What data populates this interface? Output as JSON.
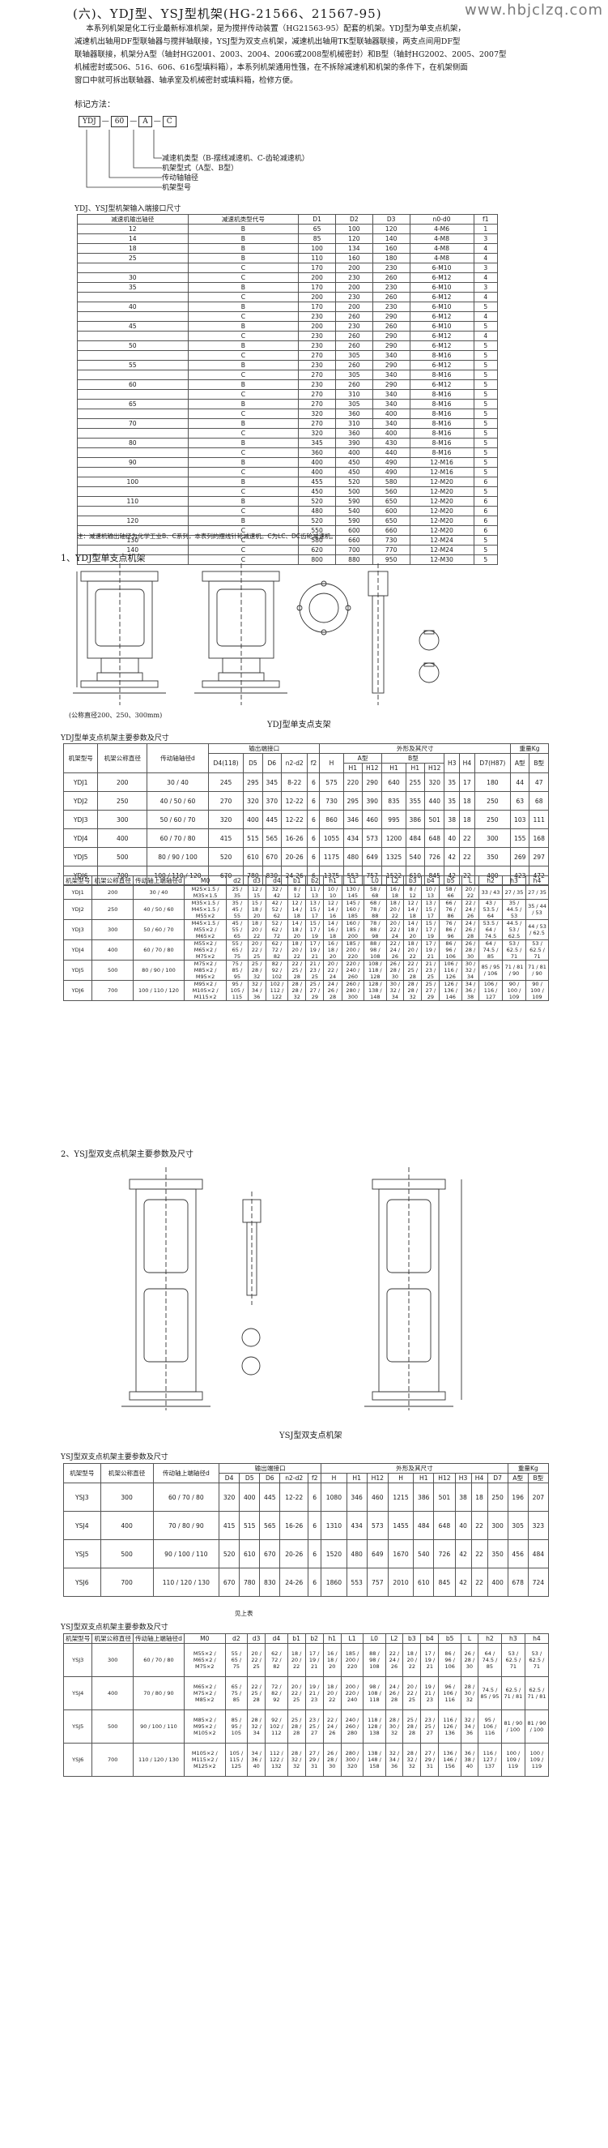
{
  "watermark": "www.hbjclzq.com",
  "section_title": "(六)、YDJ型、YSJ型机架(HG-21566、21567-95)",
  "intro_lines": [
    "本系列机架是化工行业最新标准机架，是为搅拌传动装置（HG21563-95）配套的机架。YDJ型为单支点机架，",
    "减速机出轴用DF型联轴器与搅拌轴联接，YSJ型为双支点机架，减速机出轴用TK型联轴器联接，两支点间用DF型",
    "联轴器联接，机架分A型（轴封HG2001、2003、2004、2006或2008型机械密封）和B型（轴封HG2002、2005、2007型",
    "机械密封或506、516、606、616型填料箱），本系列机架通用性强，在不拆除减速机和机架的条件下，在机架侧面",
    "窗口中就可拆出联轴器、轴承室及机械密封或填料箱，检修方便。"
  ],
  "designation_label": "标记方法：",
  "designation": {
    "p1": "YDJ",
    "p2": "60",
    "p3": "A",
    "p4": "C"
  },
  "legend_lines": [
    "减速机类型（B-摆线减速机、C-齿轮减速机）",
    "机架型式（A型、B型）",
    "传动轴轴径",
    "机架型号"
  ],
  "t1": {
    "title": "YDJ、YSJ型机架输入端接口尺寸",
    "headers": [
      "减速机输出轴径",
      "减速机类型代号",
      "D1",
      "D2",
      "D3",
      "n0-d0",
      "f1"
    ],
    "rows": [
      [
        "12",
        "B",
        "65",
        "100",
        "120",
        "4-M6",
        "1"
      ],
      [
        "14",
        "B",
        "85",
        "120",
        "140",
        "4-M8",
        "3"
      ],
      [
        "18",
        "B",
        "100",
        "134",
        "160",
        "4-M8",
        "4"
      ],
      [
        "25",
        "B",
        "110",
        "160",
        "180",
        "4-M8",
        "4"
      ],
      [
        "",
        "C",
        "170",
        "200",
        "230",
        "6-M10",
        "3"
      ],
      [
        "30",
        "C",
        "200",
        "230",
        "260",
        "6-M12",
        "4"
      ],
      [
        "35",
        "B",
        "170",
        "200",
        "230",
        "6-M10",
        "3"
      ],
      [
        "",
        "C",
        "200",
        "230",
        "260",
        "6-M12",
        "4"
      ],
      [
        "40",
        "B",
        "170",
        "200",
        "230",
        "6-M10",
        "5"
      ],
      [
        "",
        "C",
        "230",
        "260",
        "290",
        "6-M12",
        "4"
      ],
      [
        "45",
        "B",
        "200",
        "230",
        "260",
        "6-M10",
        "5"
      ],
      [
        "",
        "C",
        "230",
        "260",
        "290",
        "6-M12",
        "4"
      ],
      [
        "50",
        "B",
        "230",
        "260",
        "290",
        "6-M12",
        "5"
      ],
      [
        "",
        "C",
        "270",
        "305",
        "340",
        "8-M16",
        "5"
      ],
      [
        "55",
        "B",
        "230",
        "260",
        "290",
        "6-M12",
        "5"
      ],
      [
        "",
        "C",
        "270",
        "305",
        "340",
        "8-M16",
        "5"
      ],
      [
        "60",
        "B",
        "230",
        "260",
        "290",
        "6-M12",
        "5"
      ],
      [
        "",
        "C",
        "270",
        "310",
        "340",
        "8-M16",
        "5"
      ],
      [
        "65",
        "B",
        "270",
        "305",
        "340",
        "8-M16",
        "5"
      ],
      [
        "",
        "C",
        "320",
        "360",
        "400",
        "8-M16",
        "5"
      ],
      [
        "70",
        "B",
        "270",
        "310",
        "340",
        "8-M16",
        "5"
      ],
      [
        "",
        "C",
        "320",
        "360",
        "400",
        "8-M16",
        "5"
      ],
      [
        "80",
        "B",
        "345",
        "390",
        "430",
        "8-M16",
        "5"
      ],
      [
        "",
        "C",
        "360",
        "400",
        "440",
        "8-M16",
        "5"
      ],
      [
        "90",
        "B",
        "400",
        "450",
        "490",
        "12-M16",
        "5"
      ],
      [
        "",
        "C",
        "400",
        "450",
        "490",
        "12-M16",
        "5"
      ],
      [
        "100",
        "B",
        "455",
        "520",
        "580",
        "12-M20",
        "6"
      ],
      [
        "",
        "C",
        "450",
        "500",
        "560",
        "12-M20",
        "5"
      ],
      [
        "110",
        "B",
        "520",
        "590",
        "650",
        "12-M20",
        "6"
      ],
      [
        "",
        "C",
        "480",
        "540",
        "600",
        "12-M20",
        "6"
      ],
      [
        "120",
        "B",
        "520",
        "590",
        "650",
        "12-M20",
        "6"
      ],
      [
        "",
        "C",
        "550",
        "600",
        "660",
        "12-M20",
        "6"
      ],
      [
        "130",
        "C",
        "580",
        "660",
        "730",
        "12-M24",
        "5"
      ],
      [
        "140",
        "C",
        "620",
        "700",
        "770",
        "12-M24",
        "5"
      ],
      [
        "",
        "C",
        "800",
        "880",
        "950",
        "12-M30",
        "5"
      ]
    ]
  },
  "t1_note": "注：减速机输出轴径为化学工业B、C系列，本表列的摆线针轮减速机。C为LC、DC齿轮减速机。",
  "fig1_title": "1、YDJ型单支点机架",
  "fig1_note": "(公称直径200、250、300mm)",
  "fig1_caption": "YDJ型单支点支架",
  "t2": {
    "title": "YDJ型单支点机架主要参数及尺寸",
    "h_top": [
      "机架型号",
      "机架公称直径",
      "传动轴轴径d",
      "输出端接口",
      "外形及其尺寸",
      "重量Kg"
    ],
    "h_sub": [
      "D4(118)",
      "D5",
      "D6",
      "n2-d2",
      "f2",
      "H",
      "A型",
      "B型",
      "H3",
      "H4",
      "D7(H87)",
      "A型",
      "B型"
    ],
    "h_sub2": [
      "H1",
      "H12",
      "H1",
      "H12"
    ],
    "rows": [
      [
        "YDJ1",
        "200",
        "30 / 40",
        "245",
        "295",
        "345",
        "8-22",
        "6",
        "575",
        "220",
        "290",
        "640",
        "255",
        "320",
        "35",
        "17",
        "180",
        "44",
        "47"
      ],
      [
        "YDJ2",
        "250",
        "40 / 50 / 60",
        "270",
        "320",
        "370",
        "12-22",
        "6",
        "730",
        "295",
        "390",
        "835",
        "355",
        "440",
        "35",
        "18",
        "250",
        "63",
        "68"
      ],
      [
        "YDJ3",
        "300",
        "50 / 60 / 70",
        "320",
        "400",
        "445",
        "12-22",
        "6",
        "860",
        "346",
        "460",
        "995",
        "386",
        "501",
        "38",
        "18",
        "250",
        "103",
        "111"
      ],
      [
        "YDJ4",
        "400",
        "60 / 70 / 80",
        "415",
        "515",
        "565",
        "16-26",
        "6",
        "1055",
        "434",
        "573",
        "1200",
        "484",
        "648",
        "40",
        "22",
        "300",
        "155",
        "168"
      ],
      [
        "YDJ5",
        "500",
        "80 / 90 / 100",
        "520",
        "610",
        "670",
        "20-26",
        "6",
        "1175",
        "480",
        "649",
        "1325",
        "540",
        "726",
        "42",
        "22",
        "350",
        "269",
        "297"
      ],
      [
        "YDJ6",
        "700",
        "100 / 110 / 120",
        "670",
        "780",
        "830",
        "24-26",
        "6",
        "1375",
        "553",
        "757",
        "1522",
        "610",
        "845",
        "42",
        "22",
        "400",
        "423",
        "472"
      ]
    ]
  },
  "t3": {
    "title": "YDJ型单支点机架主要参数及尺寸(传动轴轴尺寸)",
    "headers": [
      "机架型号",
      "机架公称直径",
      "传动轴上端轴径d",
      "M0",
      "d2",
      "d3",
      "d4",
      "b1",
      "b2",
      "h1",
      "L1",
      "L0",
      "L2",
      "b3",
      "b4",
      "b5",
      "L",
      "h2",
      "h3",
      "h4"
    ],
    "rows": [
      [
        "YDJ1",
        "200",
        "30 / 40",
        "M25×1.5 / M35×1.5",
        "25 / 35",
        "12 / 15",
        "32 / 42",
        "8 / 12",
        "11 / 13",
        "10 / 10",
        "130 / 145",
        "58 / 68",
        "16 / 18",
        "8 / 12",
        "10 / 13",
        "58 / 66",
        "20 / 22",
        "33 / 43",
        "27 / 35",
        "27 / 35"
      ],
      [
        "YDJ2",
        "250",
        "40 / 50 / 60",
        "M35×1.5 / M45×1.5 / M55×2",
        "35 / 45 / 55",
        "15 / 18 / 20",
        "42 / 52 / 62",
        "12 / 14 / 18",
        "13 / 15 / 17",
        "12 / 14 / 16",
        "145 / 160 / 185",
        "68 / 78 / 88",
        "18 / 20 / 22",
        "12 / 14 / 18",
        "13 / 15 / 17",
        "66 / 76 / 86",
        "22 / 24 / 26",
        "43 / 53.5 / 64",
        "35 / 44.5 / 53",
        "35 / 44 / 53"
      ],
      [
        "YDJ3",
        "300",
        "50 / 60 / 70",
        "M45×1.5 / M55×2 / M65×2",
        "45 / 55 / 65",
        "18 / 20 / 22",
        "52 / 62 / 72",
        "14 / 18 / 20",
        "15 / 17 / 19",
        "14 / 16 / 18",
        "160 / 185 / 200",
        "78 / 88 / 98",
        "20 / 22 / 24",
        "14 / 18 / 20",
        "15 / 17 / 19",
        "76 / 86 / 96",
        "24 / 26 / 28",
        "53.5 / 64 / 74.5",
        "44.5 / 53 / 62.5",
        "44 / 53 / 62.5"
      ],
      [
        "YDJ4",
        "400",
        "60 / 70 / 80",
        "M55×2 / M65×2 / M75×2",
        "55 / 65 / 75",
        "20 / 22 / 25",
        "62 / 72 / 82",
        "18 / 20 / 22",
        "17 / 19 / 21",
        "16 / 18 / 20",
        "185 / 200 / 220",
        "88 / 98 / 108",
        "22 / 24 / 26",
        "18 / 20 / 22",
        "17 / 19 / 21",
        "86 / 96 / 106",
        "26 / 28 / 30",
        "64 / 74.5 / 85",
        "53 / 62.5 / 71",
        "53 / 62.5 / 71"
      ],
      [
        "YDJ5",
        "500",
        "80 / 90 / 100",
        "M75×2 / M85×2 / M95×2",
        "75 / 85 / 95",
        "25 / 28 / 32",
        "82 / 92 / 102",
        "22 / 25 / 28",
        "21 / 23 / 25",
        "20 / 22 / 24",
        "220 / 240 / 260",
        "108 / 118 / 128",
        "26 / 28 / 30",
        "22 / 25 / 28",
        "21 / 23 / 25",
        "106 / 116 / 126",
        "30 / 32 / 34",
        "85 / 95 / 106",
        "71 / 81 / 90",
        "71 / 81 / 90"
      ],
      [
        "YDJ6",
        "700",
        "100 / 110 / 120",
        "M95×2 / M105×2 / M115×2",
        "95 / 105 / 115",
        "32 / 34 / 36",
        "102 / 112 / 122",
        "28 / 28 / 32",
        "25 / 27 / 29",
        "24 / 26 / 28",
        "260 / 280 / 300",
        "128 / 138 / 148",
        "30 / 32 / 34",
        "28 / 28 / 32",
        "25 / 27 / 29",
        "126 / 136 / 146",
        "34 / 36 / 38",
        "106 / 116 / 127",
        "90 / 100 / 109",
        "90 / 100 / 109"
      ]
    ]
  },
  "fig2_title": "2、YSJ型双支点机架主要参数及尺寸",
  "fig2_caption": "YSJ型双支点机架",
  "t4": {
    "title": "YSJ型双支点机架主要参数及尺寸",
    "h_top": [
      "机架型号",
      "机架公称直径",
      "传动轴上端轴径d",
      "输出端接口",
      "外形及其尺寸",
      "重量Kg"
    ],
    "rows": [
      [
        "YSJ3",
        "300",
        "60 / 70 / 80",
        "320",
        "400",
        "445",
        "12-22",
        "6",
        "1080",
        "346",
        "460",
        "1215",
        "386",
        "501",
        "38",
        "18",
        "250",
        "196",
        "207"
      ],
      [
        "YSJ4",
        "400",
        "70 / 80 / 90",
        "415",
        "515",
        "565",
        "16-26",
        "6",
        "1310",
        "434",
        "573",
        "1455",
        "484",
        "648",
        "40",
        "22",
        "300",
        "305",
        "323"
      ],
      [
        "YSJ5",
        "500",
        "90 / 100 / 110",
        "520",
        "610",
        "670",
        "20-26",
        "6",
        "1520",
        "480",
        "649",
        "1670",
        "540",
        "726",
        "42",
        "22",
        "350",
        "456",
        "484"
      ],
      [
        "YSJ6",
        "700",
        "110 / 120 / 130",
        "670",
        "780",
        "830",
        "24-26",
        "6",
        "1860",
        "553",
        "757",
        "2010",
        "610",
        "845",
        "42",
        "22",
        "400",
        "678",
        "724"
      ]
    ],
    "interface_note": "见上表",
    "sub_headers": [
      "D4",
      "D5",
      "D6",
      "n2-d2",
      "f2",
      "H",
      "H1",
      "H12",
      "H",
      "H1",
      "H12",
      "H3",
      "H4",
      "D7",
      "A型",
      "B型"
    ]
  },
  "t5": {
    "title": "YSJ型双支点机架主要参数及尺寸",
    "headers": [
      "机架型号",
      "机架公称直径",
      "传动轴上端轴径d",
      "M0",
      "d2",
      "d3",
      "d4",
      "b1",
      "b2",
      "h1",
      "L1",
      "L0",
      "L2",
      "b3",
      "b4",
      "b5",
      "L",
      "h2",
      "h3",
      "h4"
    ],
    "rows": [
      [
        "YSJ3",
        "300",
        "60 / 70 / 80",
        "M55×2 / M65×2 / M75×2",
        "55 / 65 / 75",
        "20 / 22 / 25",
        "62 / 72 / 82",
        "18 / 20 / 22",
        "17 / 19 / 21",
        "16 / 18 / 20",
        "185 / 200 / 220",
        "88 / 98 / 108",
        "22 / 24 / 26",
        "18 / 20 / 22",
        "17 / 19 / 21",
        "86 / 96 / 106",
        "26 / 28 / 30",
        "64 / 74.5 / 85",
        "53 / 62.5 / 71",
        "53 / 62.5 / 71"
      ],
      [
        "YSJ4",
        "400",
        "70 / 80 / 90",
        "M65×2 / M75×2 / M85×2",
        "65 / 75 / 85",
        "22 / 25 / 28",
        "72 / 82 / 92",
        "20 / 22 / 25",
        "19 / 21 / 23",
        "18 / 20 / 22",
        "200 / 220 / 240",
        "98 / 108 / 118",
        "24 / 26 / 28",
        "20 / 22 / 25",
        "19 / 21 / 23",
        "96 / 106 / 116",
        "28 / 30 / 32",
        "74.5 / 85 / 95",
        "62.5 / 71 / 81",
        "62.5 / 71 / 81"
      ],
      [
        "YSJ5",
        "500",
        "90 / 100 / 110",
        "M85×2 / M95×2 / M105×2",
        "85 / 95 / 105",
        "28 / 32 / 34",
        "92 / 102 / 112",
        "25 / 28 / 28",
        "23 / 25 / 27",
        "22 / 24 / 26",
        "240 / 260 / 280",
        "118 / 128 / 138",
        "28 / 30 / 32",
        "25 / 28 / 28",
        "23 / 25 / 27",
        "116 / 126 / 136",
        "32 / 34 / 36",
        "95 / 106 / 116",
        "81 / 90 / 100",
        "81 / 90 / 100"
      ],
      [
        "YSJ6",
        "700",
        "110 / 120 / 130",
        "M105×2 / M115×2 / M125×2",
        "105 / 115 / 125",
        "34 / 36 / 40",
        "112 / 122 / 132",
        "28 / 32 / 32",
        "27 / 29 / 31",
        "26 / 28 / 30",
        "280 / 300 / 320",
        "138 / 148 / 158",
        "32 / 34 / 36",
        "28 / 32 / 32",
        "27 / 29 / 31",
        "136 / 146 / 156",
        "36 / 38 / 40",
        "116 / 127 / 137",
        "100 / 109 / 119",
        "100 / 109 / 119"
      ]
    ]
  }
}
